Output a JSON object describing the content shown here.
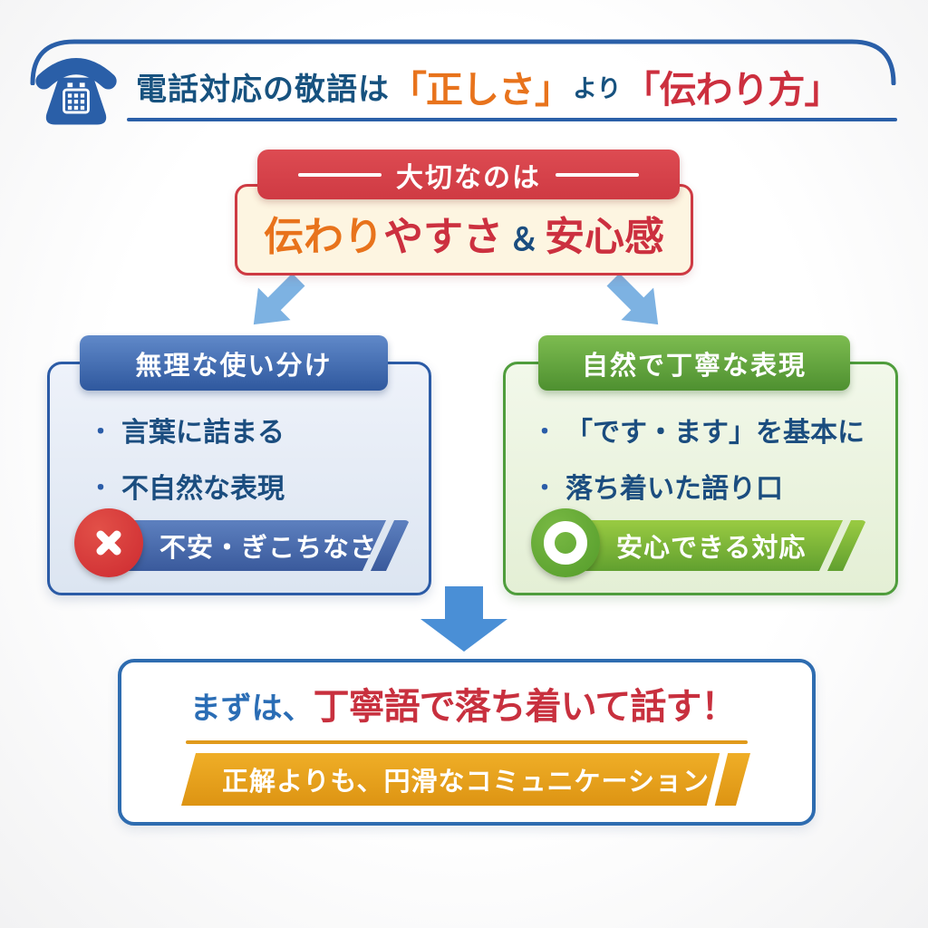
{
  "palette": {
    "navy_text": "#1b4d7f",
    "header_blue": "#2a5fa8",
    "accent_orange": "#e8731c",
    "accent_red": "#cc2f3e",
    "banner_red": "#d8454d",
    "cream_bg": "#fdf5e1",
    "panel_blue": "#2b5ba6",
    "panel_green": "#4f9d3c",
    "light_arrow_blue": "#7db2e2",
    "down_arrow_blue": "#4a8fd6",
    "ribbon_orange": "#e8a11d"
  },
  "header": {
    "title_prefix": "電話対応の敬語は",
    "title_highlight1": "「正しさ」",
    "title_connector": "より",
    "title_highlight2": "「伝わり方」"
  },
  "key_point": {
    "banner_label": "大切なのは",
    "value_part1": "伝わり",
    "value_part2": "やすさ",
    "value_amp": "＆",
    "value_part3": "安心感"
  },
  "bullet_char": "・",
  "left_panel": {
    "tab_label": "無理な使い分け",
    "items": [
      "言葉に詰まる",
      "不自然な表現"
    ],
    "badge_label": "不安・ぎこちなさ"
  },
  "right_panel": {
    "tab_label": "自然で丁寧な表現",
    "items": [
      "「です・ます」を基本に",
      "落ち着いた語り口"
    ],
    "badge_label": "安心できる対応"
  },
  "conclusion": {
    "lead": "まずは、",
    "emphasis": "丁寧語で落ち着いて話す！",
    "ribbon_label": "正解よりも、円滑なコミュニケーション"
  }
}
